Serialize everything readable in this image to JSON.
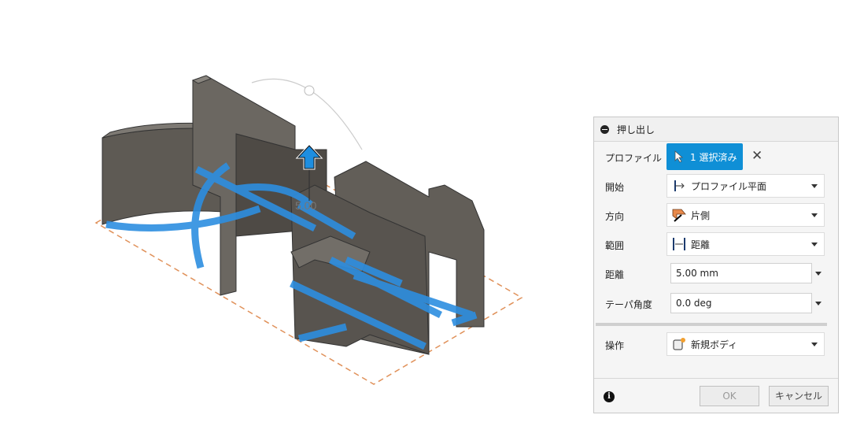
{
  "viewport": {
    "dimension_label": "5.00"
  },
  "dialog": {
    "title": "押し出し",
    "profile": {
      "label": "プロファイル",
      "button": "1 選択済み"
    },
    "start": {
      "label": "開始",
      "value": "プロファイル平面"
    },
    "direction": {
      "label": "方向",
      "value": "片側"
    },
    "extent": {
      "label": "範囲",
      "value": "距離"
    },
    "distance": {
      "label": "距離",
      "value": "5.00 mm"
    },
    "taper": {
      "label": "テーパ角度",
      "value": "0.0 deg"
    },
    "operation": {
      "label": "操作",
      "value": "新規ボディ"
    },
    "ok": "OK",
    "cancel": "キャンセル"
  },
  "colors": {
    "accent": "#0f8fd6",
    "profile": "#2d8ee0",
    "body": "#5a5650",
    "plane": "#e0915a"
  }
}
